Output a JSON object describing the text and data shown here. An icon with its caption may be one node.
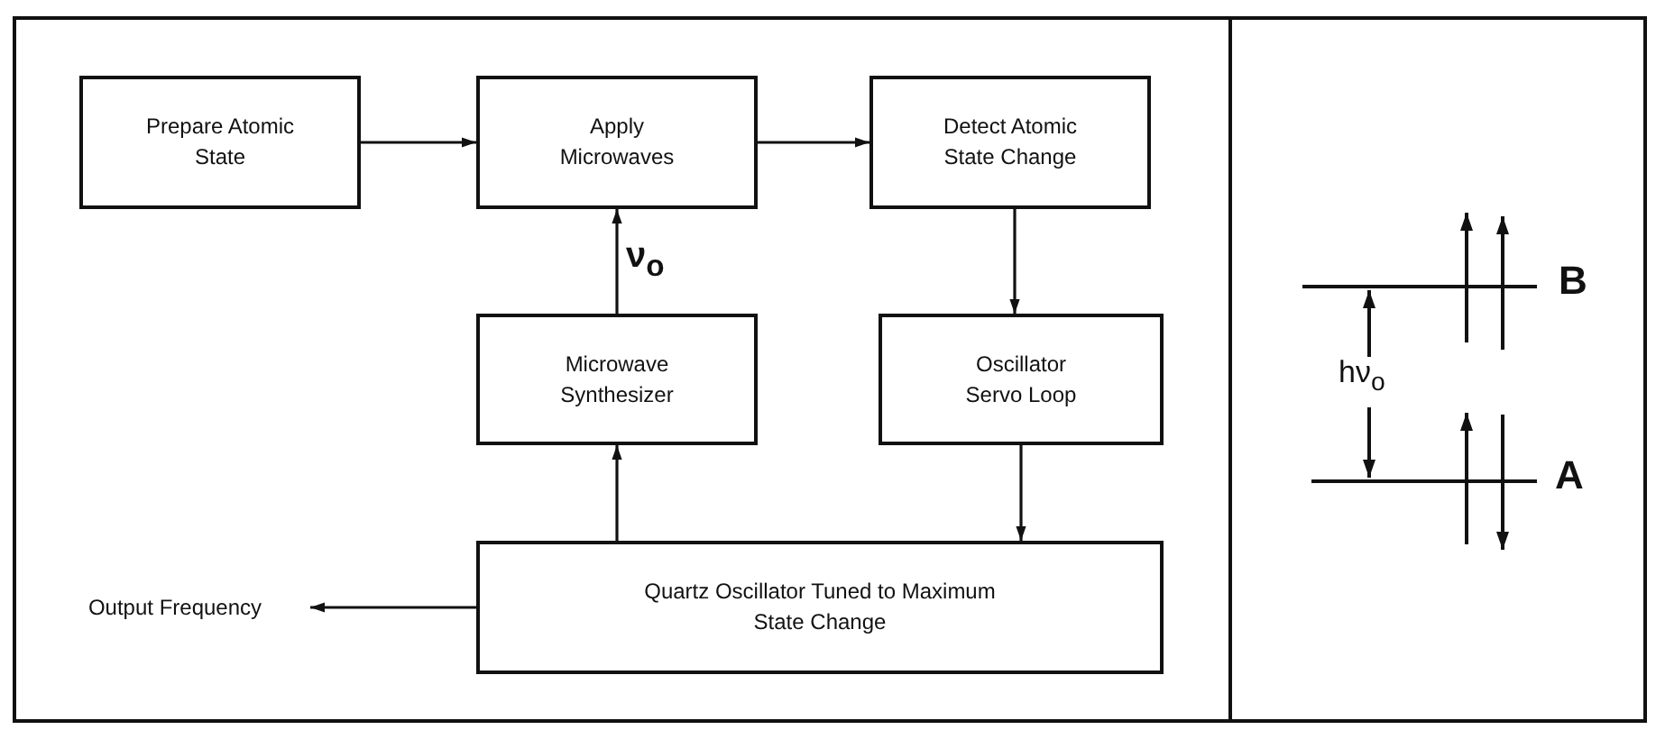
{
  "diagram": {
    "nodes": [
      {
        "text": [
          "Prepare Atomic State"
        ]
      },
      {
        "text": [
          "Apply Microwaves"
        ]
      },
      {
        "text": [
          "Detect Atomic State Change"
        ]
      },
      {
        "text": [
          "Microwave Synthesizer"
        ]
      },
      {
        "text": [
          "Oscillator Servo Loop"
        ]
      },
      {
        "text": [
          "Quartz Oscillator Tuned to Maximum State Change"
        ]
      },
      {
        "text": [
          "Output Frequency"
        ]
      }
    ],
    "edges": [
      {
        "from": 0,
        "to": 1,
        "arrow": "to"
      },
      {
        "from": 1,
        "to": 2,
        "arrow": "to"
      },
      {
        "from": 2,
        "to": 4,
        "arrow": "to"
      },
      {
        "from": 4,
        "to": 5,
        "arrow": "to"
      },
      {
        "from": 5,
        "to": 3,
        "arrow": "to"
      },
      {
        "from": 3,
        "to": 1,
        "arrow": "to",
        "label": "ν$_{o}$"
      },
      {
        "from": 5,
        "to": 6,
        "arrow": "to"
      }
    ],
    "labels": [
      "B",
      "hν$_{o}$",
      "A"
    ]
  }
}
